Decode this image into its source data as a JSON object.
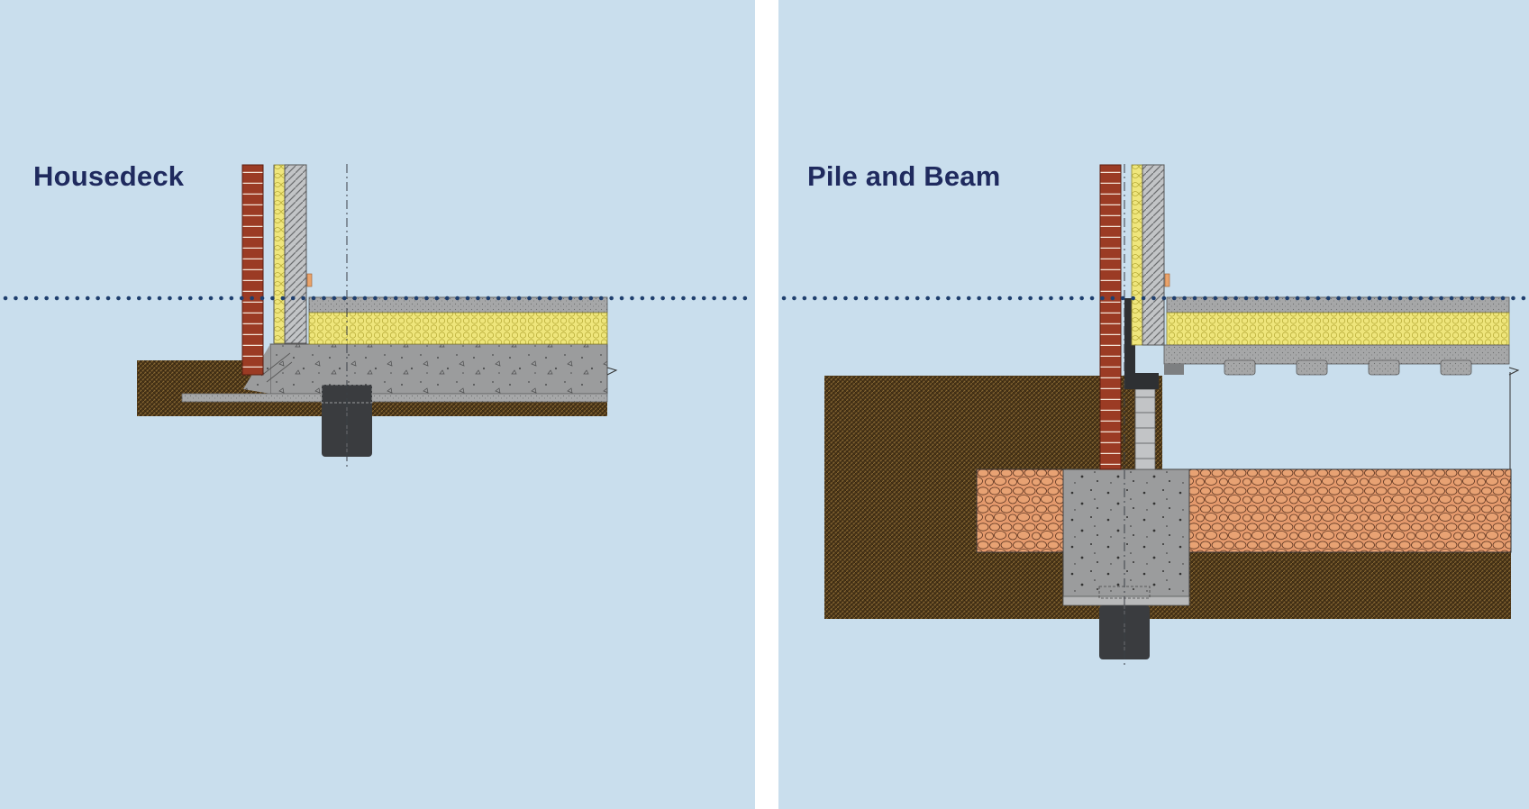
{
  "panels": [
    {
      "id": "housedeck",
      "title": "Housedeck"
    },
    {
      "id": "pile-and-beam",
      "title": "Pile and Beam"
    }
  ],
  "colors": {
    "background": "#c9deed",
    "divider": "#ffffff",
    "title": "#1f2a5e",
    "brick": "#9b3b24",
    "insulation": "#efe67c",
    "concrete": "#9b9c9d",
    "soil": "#4a3518",
    "gravel": "#e4996c",
    "pile": "#3a3c3f",
    "floor_level_line": "#1f3f6e"
  }
}
